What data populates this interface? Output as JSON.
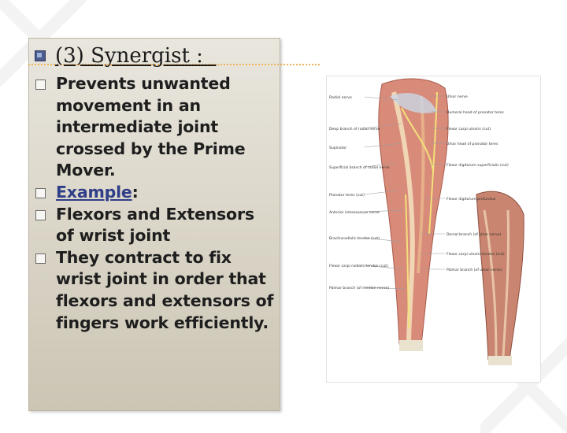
{
  "slide": {
    "heading": "(3) Synergist :  ",
    "bullets": [
      {
        "text": "Prevents unwanted movement in an intermediate joint crossed by the Prime Mover."
      },
      {
        "example_label": "Example",
        "example_colon": ":"
      },
      {
        "text": "Flexors and Extensors of wrist joint"
      },
      {
        "text": "They contract to fix wrist joint in order that flexors and extensors of fingers work efficiently."
      }
    ]
  },
  "figure": {
    "labels_left": [
      "Radial nerve",
      "Deep branch of radial nerve",
      "Supinator",
      "Superficial branch of radial nerve",
      "Pronator teres (cut)",
      "Anterior interosseous nerve",
      "Brachioradialis tendon (cut)",
      "Flexor carpi radialis tendon (cut)",
      "Palmar branch (of median nerve)"
    ],
    "labels_right": [
      "Ulnar nerve",
      "Humeral head of pronator teres",
      "Flexor carpi ulnaris (cut)",
      "Ulnar head of pronator teres",
      "Flexor digitorum superficialis (cut)",
      "Flexor digitorum profundus",
      "Dorsal branch (of ulnar nerve)",
      "Flexor carpi ulnaris tendon (cut)",
      "Palmar branch (of ulnar nerve)"
    ]
  },
  "colors": {
    "accent": "#f0b25a",
    "bullet_q": "#4a5b8c",
    "example": "#2f3e88"
  }
}
